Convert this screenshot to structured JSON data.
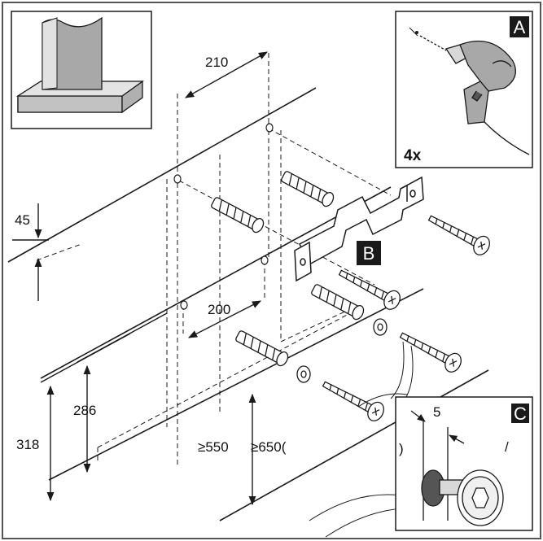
{
  "dimensions": {
    "d210": "210",
    "d45": "45",
    "d200": "200",
    "d286": "286",
    "d318": "318",
    "d550": "≥550",
    "d650": "≥650(",
    "d5": "5"
  },
  "insets": {
    "a": {
      "badge": "A",
      "count": "4x"
    },
    "b": {
      "badge": "B"
    },
    "c": {
      "badge": "C",
      "paren": ")"
    }
  },
  "misc": {
    "slash": "/"
  },
  "colors": {
    "line": "#1a1a1a",
    "badge_bg": "#1a1a1a",
    "light_gray": "#d8d8d8",
    "mid_gray": "#a8a8a8"
  }
}
